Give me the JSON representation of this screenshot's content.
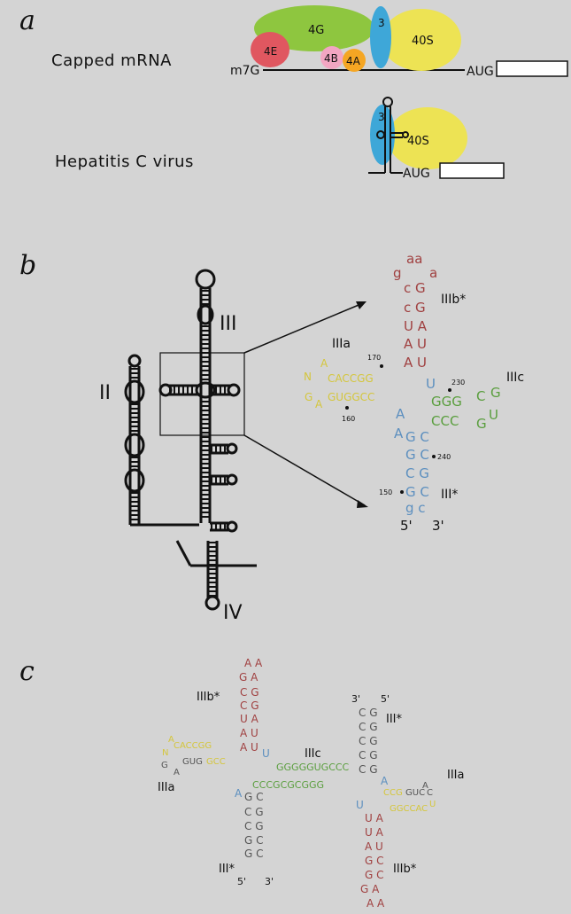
{
  "panels": {
    "a": {
      "letter": "a",
      "capped_label": "Capped mRNA",
      "hcv_label": "Hepatitis C virus",
      "factors": {
        "f4G": "4G",
        "f4E": "4E",
        "f3": "3",
        "f40S": "40S",
        "f4B": "4B",
        "f4A": "4A",
        "m7G": "m7G",
        "AUG": "AUG",
        "hcv3": "3",
        "hcv40S": "40S",
        "hcvAUG": "AUG"
      }
    },
    "b": {
      "letter": "b",
      "domain_II": "II",
      "domain_III": "III",
      "domain_IV": "IV",
      "IIIa": "IIIa",
      "IIIb": "IIIb*",
      "IIIc": "IIIc",
      "IIIstar": "III*",
      "pos170": "170",
      "pos230": "230",
      "pos160": "160",
      "pos240": "240",
      "pos150": "150",
      "five_prime": "5'",
      "three_prime": "3'",
      "seq": {
        "loop_top": "aa",
        "g_l": "g",
        "a_r": "a",
        "row1": "c G",
        "row2": "c G",
        "row3": "U A",
        "row4": "A U",
        "row5": "A U",
        "yA": "A",
        "yN": "N",
        "yRow1": "CACCGG",
        "yRow2": "GUGGCC",
        "yG": "G",
        "yA2": "A",
        "bU": "U",
        "gRow1": "GGG",
        "gC": "C",
        "gG": "G",
        "gRow2": "CCC",
        "gG2": "G",
        "gU": "U",
        "bA": "A",
        "bA2": "A",
        "gc1": "G C",
        "gc2": "G C",
        "cg": "C G",
        "gc3": "G C",
        "gc_low": "g c"
      }
    },
    "c": {
      "letter": "c",
      "IIIb_left": "IIIb*",
      "IIIa_left": "IIIa",
      "IIIstar_left": "III*",
      "IIIc": "IIIc",
      "IIIstar_right": "III*",
      "IIIa_right": "IIIa",
      "IIIb_right": "IIIb*",
      "five_left": "5'",
      "three_left": "3'",
      "three_right": "3'",
      "five_right": "5'",
      "seq": {
        "l_AA": "A A",
        "l_GA": "G  A",
        "l_CG1": "C G",
        "l_CG2": "C G",
        "l_UA": "U A",
        "l_AU1": "A U",
        "l_AU2": "A U",
        "l_y1": "CACCGG",
        "l_yN": "N",
        "l_yA": "A",
        "l_g": "GUG",
        "l_y2": "GCC",
        "l_GA2": "G",
        "l_A3": "A",
        "l_U": "U",
        "l_green1": "GGGGGUGCCC",
        "l_green2": "CCCGCGCGGG",
        "l_A4": "A",
        "l_GC1": "G C",
        "l_CG3": "C G",
        "l_CG4": "C G",
        "l_GC2": "G C",
        "l_GC3": "G C",
        "r_CG1": "C G",
        "r_CG2": "C G",
        "r_CG3": "C G",
        "r_CG4": "C G",
        "r_CG5": "C G",
        "r_A": "A",
        "r_y1": "CCG",
        "r_g": "GUC",
        "r_C": "C",
        "r_A2": "A",
        "r_y2": "GGCCAC",
        "r_U": "U",
        "r_UA1": "U A",
        "r_UA2": "U A",
        "r_AU": "A U",
        "r_GC1": "G C",
        "r_GC2": "G C",
        "r_GA": "G  A",
        "r_AA": "A A",
        "r_U2": "U"
      }
    }
  },
  "colors": {
    "red": "#e05760",
    "green": "#8ec63f",
    "blue": "#3ea7d8",
    "yellow": "#ede354",
    "pink": "#f2a6c2",
    "orange": "#f5a623",
    "seq_red": "#a04040",
    "seq_yellow": "#d4c63c",
    "seq_green": "#5a9e3e",
    "seq_blue": "#5c8fbf",
    "seq_grey": "#555555"
  }
}
